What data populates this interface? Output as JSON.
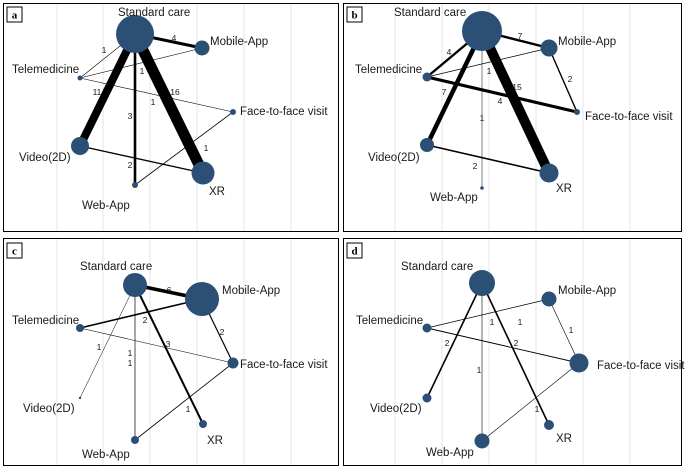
{
  "colors": {
    "node": "#2c5075",
    "edge": "#000000",
    "grid": "#e6e6e6"
  },
  "panels": [
    {
      "letter": "a",
      "nodes": [
        {
          "id": "sc",
          "label": "Standard care"
        },
        {
          "id": "ma",
          "label": "Mobile-App"
        },
        {
          "id": "tm",
          "label": "Telemedicine"
        },
        {
          "id": "ff",
          "label": "Face-to-face visit"
        },
        {
          "id": "v2",
          "label": "Video(2D)"
        },
        {
          "id": "xr",
          "label": "XR"
        },
        {
          "id": "wa",
          "label": "Web-App"
        }
      ],
      "edges": [
        {
          "from": "sc",
          "to": "ma",
          "label": "4"
        },
        {
          "from": "sc",
          "to": "tm",
          "label": "1"
        },
        {
          "from": "sc",
          "to": "v2",
          "label": "11"
        },
        {
          "from": "sc",
          "to": "xr",
          "label": "16"
        },
        {
          "from": "sc",
          "to": "wa",
          "label": "3"
        },
        {
          "from": "tm",
          "to": "ma",
          "label": "1"
        },
        {
          "from": "tm",
          "to": "ff",
          "label": "1"
        },
        {
          "from": "ff",
          "to": "wa",
          "label": "1"
        },
        {
          "from": "v2",
          "to": "xr",
          "label": "2"
        }
      ]
    },
    {
      "letter": "b",
      "nodes": [
        {
          "id": "sc",
          "label": "Standard care"
        },
        {
          "id": "ma",
          "label": "Mobile-App"
        },
        {
          "id": "tm",
          "label": "Telemedicine"
        },
        {
          "id": "ff",
          "label": "Face-to-face visit"
        },
        {
          "id": "v2",
          "label": "Video(2D)"
        },
        {
          "id": "xr",
          "label": "XR"
        },
        {
          "id": "wa",
          "label": "Web-App"
        }
      ],
      "edges": [
        {
          "from": "sc",
          "to": "ma",
          "label": "7"
        },
        {
          "from": "sc",
          "to": "tm",
          "label": "4"
        },
        {
          "from": "sc",
          "to": "v2",
          "label": "7"
        },
        {
          "from": "sc",
          "to": "xr",
          "label": "15"
        },
        {
          "from": "tm",
          "to": "ma",
          "label": "1"
        },
        {
          "from": "tm",
          "to": "ff",
          "label": "4"
        },
        {
          "from": "ma",
          "to": "ff",
          "label": "2"
        },
        {
          "from": "v2",
          "to": "xr",
          "label": "2"
        },
        {
          "from": "sc",
          "to": "wa",
          "label": "1"
        }
      ]
    },
    {
      "letter": "c",
      "nodes": [
        {
          "id": "sc",
          "label": "Standard care"
        },
        {
          "id": "ma",
          "label": "Mobile-App"
        },
        {
          "id": "tm",
          "label": "Telemedicine"
        },
        {
          "id": "ff",
          "label": "Face-to-face visit"
        },
        {
          "id": "v2",
          "label": "Video(2D)"
        },
        {
          "id": "xr",
          "label": "XR"
        },
        {
          "id": "wa",
          "label": "Web-App"
        }
      ],
      "edges": [
        {
          "from": "sc",
          "to": "ma",
          "label": "6"
        },
        {
          "from": "tm",
          "to": "ma",
          "label": "2"
        },
        {
          "from": "ma",
          "to": "ff",
          "label": "2"
        },
        {
          "from": "sc",
          "to": "xr",
          "label": "3"
        },
        {
          "from": "tm",
          "to": "ff",
          "label": "1"
        },
        {
          "from": "sc",
          "to": "v2",
          "label": "1"
        },
        {
          "from": "sc",
          "to": "wa",
          "label": "1"
        },
        {
          "from": "ff",
          "to": "wa",
          "label": "1"
        }
      ]
    },
    {
      "letter": "d",
      "nodes": [
        {
          "id": "sc",
          "label": "Standard care"
        },
        {
          "id": "ma",
          "label": "Mobile-App"
        },
        {
          "id": "tm",
          "label": "Telemedicine"
        },
        {
          "id": "ff",
          "label": "Face-to-face visit"
        },
        {
          "id": "v2",
          "label": "Video(2D)"
        },
        {
          "id": "xr",
          "label": "XR"
        },
        {
          "id": "wa",
          "label": "Web-App"
        }
      ],
      "edges": [
        {
          "from": "tm",
          "to": "ma",
          "label": "1"
        },
        {
          "from": "sc",
          "to": "xr",
          "label": "1"
        },
        {
          "from": "sc",
          "to": "v2",
          "label": "2"
        },
        {
          "from": "tm",
          "to": "ff",
          "label": "2"
        },
        {
          "from": "ma",
          "to": "ff",
          "label": "1"
        },
        {
          "from": "sc",
          "to": "wa",
          "label": "1"
        },
        {
          "from": "ff",
          "to": "wa",
          "label": "1"
        }
      ]
    }
  ]
}
